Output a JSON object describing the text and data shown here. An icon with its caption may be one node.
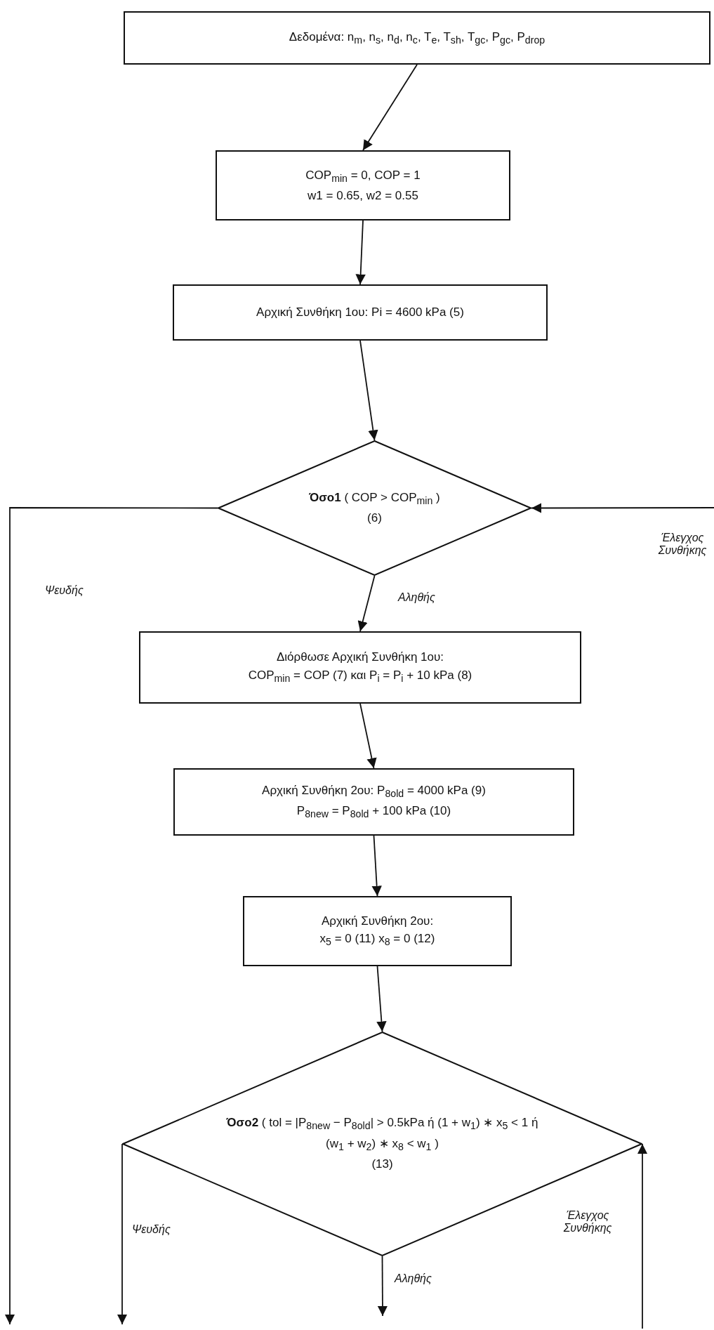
{
  "diagram": {
    "nodes": [
      {
        "text": [
          "Δεδομένα: n$_{m}$, n$_{s}$, n$_{d}$, n$_{c}$, T$_{e}$, T$_{sh}$, T$_{gc}$, P$_{gc}$, P$_{drop}$"
        ]
      },
      {
        "text": [
          "COP$_{min}$ = 0, COP = 1",
          "w1 = 0.65, w2 = 0.55"
        ]
      },
      {
        "text": [
          "Αρχική Συνθήκη 1ου: Pi = 4600 kPa (5)"
        ]
      },
      {
        "text": [
          "**Όσο1** ( COP > COP$_{min}$ )",
          "(6)"
        ]
      },
      {
        "text": [
          "Διόρθωσε Αρχική Συνθήκη 1ου:",
          "COP$_{min}$ = COP (7) και P$_{i}$ = P$_{i}$ + 10 kPa (8)"
        ]
      },
      {
        "text": [
          "Αρχική Συνθήκη 2ου: P$_{8old}$ = 4000 kPa (9)",
          "P$_{8new}$ = P$_{8old}$ + 100 kPa (10)"
        ]
      },
      {
        "text": [
          "Αρχική Συνθήκη 2ου:",
          "x$_{5}$ = 0 (11) x$_{8}$ = 0 (12)"
        ]
      },
      {
        "text": [
          "**Όσο2** ( tol = |P$_{8new}$ − P$_{8old}$| > 0.5kPa ή (1 + w$_{1}$) ∗ x$_{5}$ < 1 ή (w$_{1}$ + w$_{2}$) ∗ x$_{8}$ < w$_{1}$ )",
          "(13)"
        ]
      }
    ],
    "edges": [
      {
        "from": 0,
        "to": 1,
        "arrow": "to"
      },
      {
        "from": 1,
        "to": 2,
        "arrow": "to"
      },
      {
        "from": 2,
        "to": 3,
        "arrow": "to"
      },
      {
        "from": 3,
        "to": null,
        "arrow": "to",
        "label": "Ψευδής"
      },
      {
        "from": null,
        "to": 3,
        "arrow": "to",
        "label": "Έλεγχος Συνθήκης"
      },
      {
        "from": 3,
        "to": 4,
        "arrow": "to",
        "label": "Αληθής"
      },
      {
        "from": 4,
        "to": 5,
        "arrow": "to"
      },
      {
        "from": 5,
        "to": 6,
        "arrow": "to"
      },
      {
        "from": 6,
        "to": 7,
        "arrow": "to"
      },
      {
        "from": 7,
        "to": null,
        "arrow": "to",
        "label": "Ψευδής"
      },
      {
        "from": 7,
        "to": null,
        "arrow": "to",
        "label": "Αληθής"
      },
      {
        "from": null,
        "to": 7,
        "arrow": "to",
        "label": "Έλεγχος Συνθήκης"
      }
    ]
  }
}
